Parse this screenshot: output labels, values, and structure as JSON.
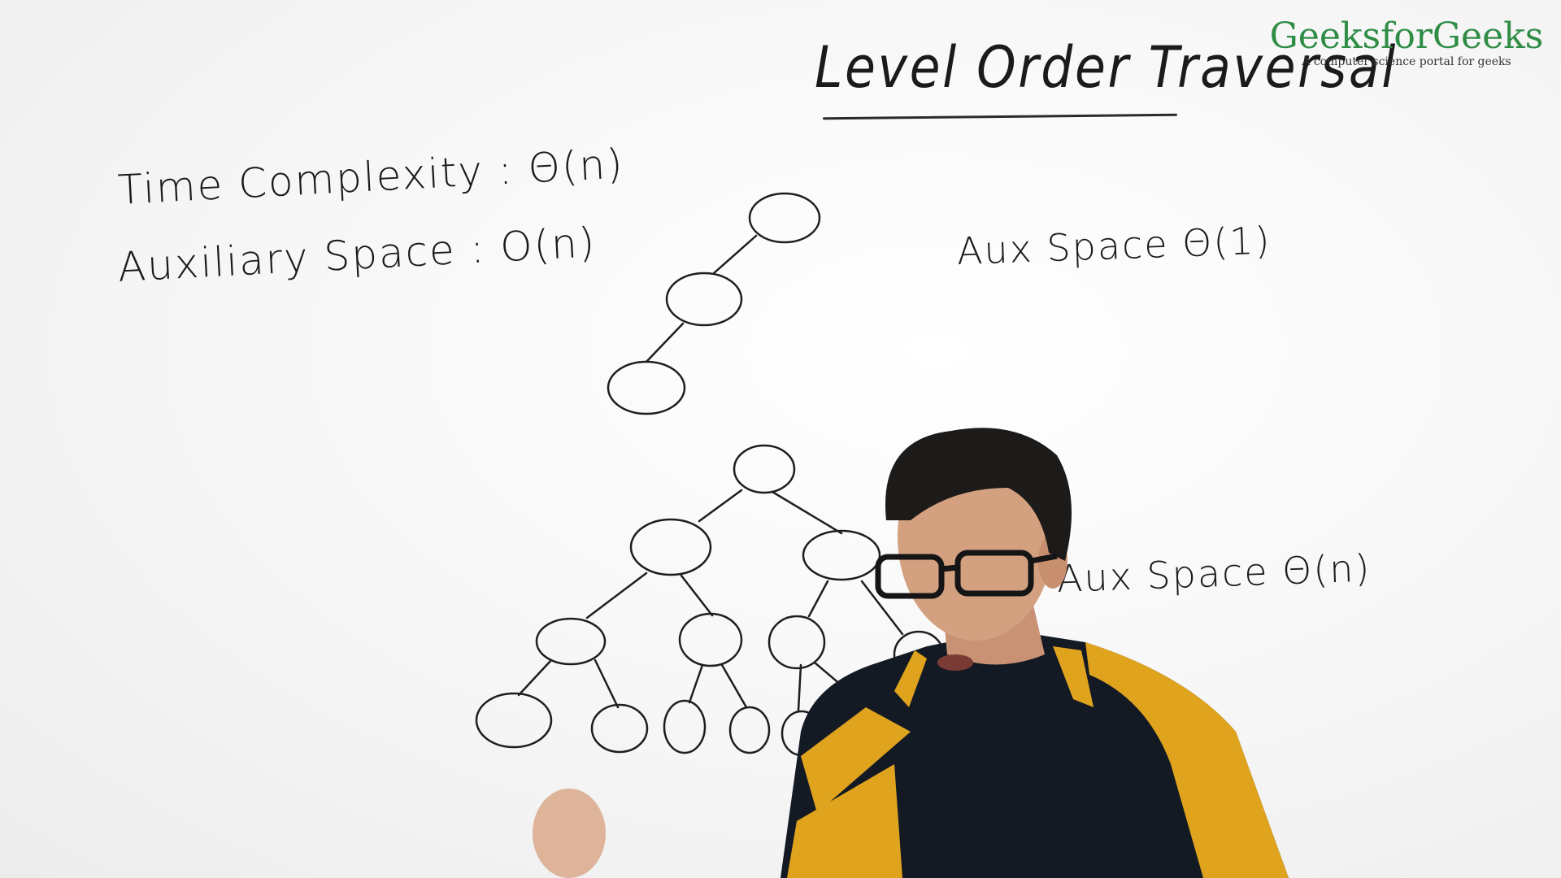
{
  "logo": {
    "name": "GeeksforGeeks",
    "tagline": "A computer science portal for geeks"
  },
  "board": {
    "title": "Level Order Traversal",
    "time_complexity": "Time Complexity : Θ(n)",
    "auxiliary_space": "Auxiliary Space : O(n)",
    "skewed_tree_space": "Aux Space  Θ(1)",
    "complete_tree_space": "Aux Space  Θ(n)"
  },
  "colors": {
    "logo_green": "#2f8d46",
    "marker_ink": "#1b1b1b",
    "whiteboard": "#f7f7f7"
  }
}
